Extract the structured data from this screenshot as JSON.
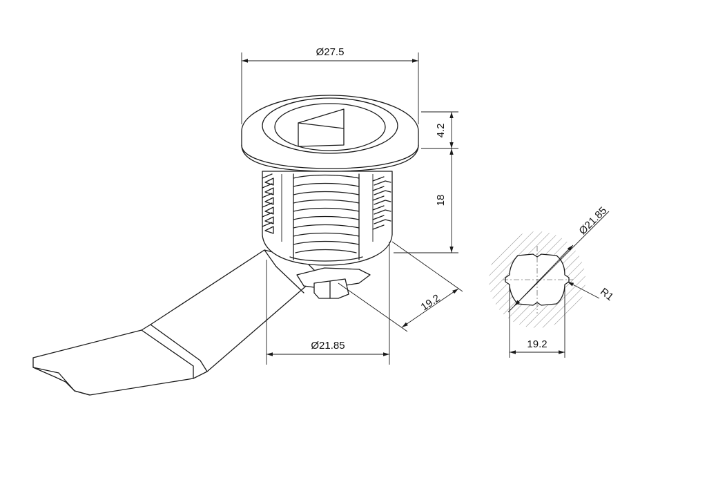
{
  "dimensions": {
    "flange_diameter": "Ø27.5",
    "flange_thickness": "4.2",
    "body_length": "18",
    "thread_diameter": "Ø21.85",
    "across_flats": "19.2",
    "section_diameter": "Ø21.85",
    "section_flats": "19.2",
    "corner_radius": "R1"
  }
}
